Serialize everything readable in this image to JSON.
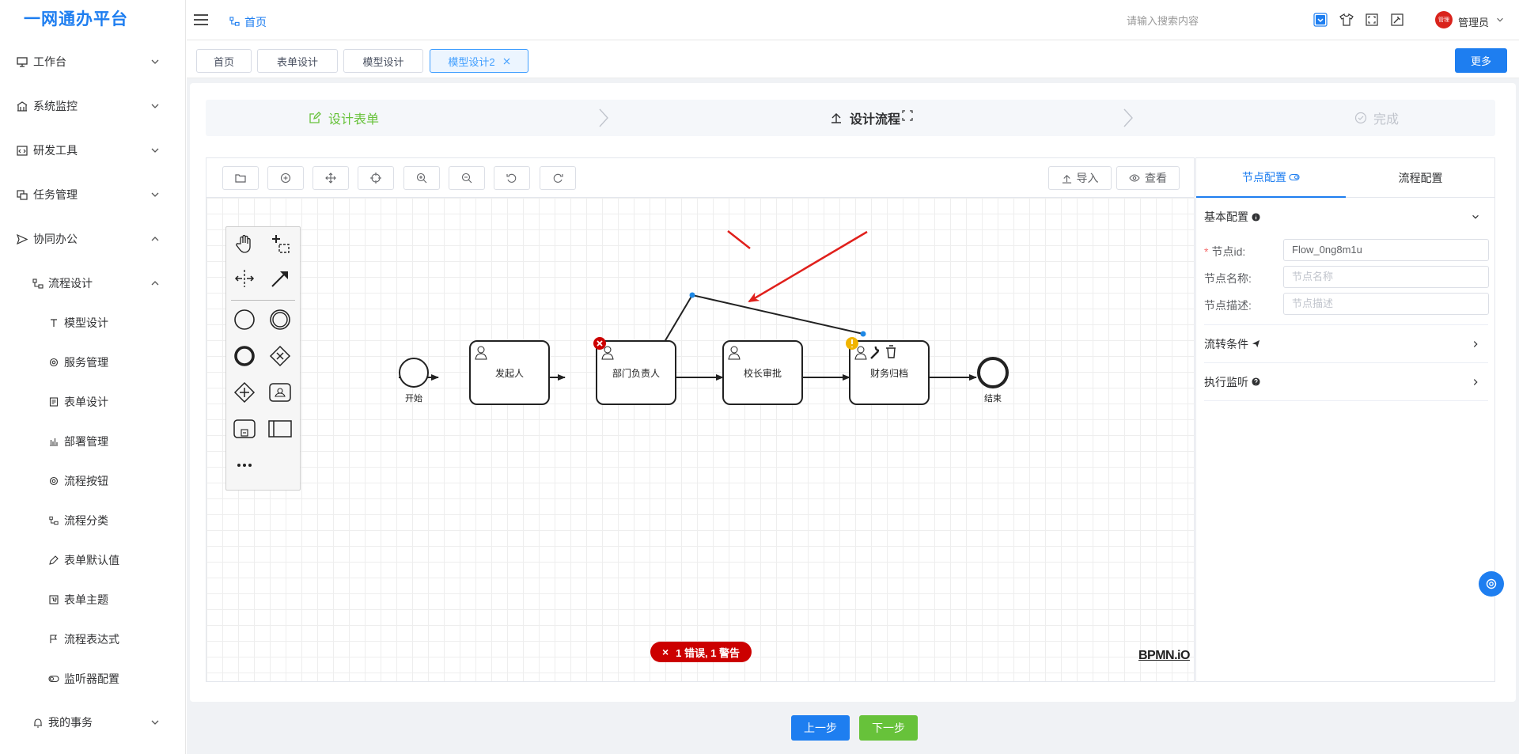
{
  "app": {
    "logo": "一网通办平台"
  },
  "sidebar": {
    "items": [
      {
        "label": "工作台",
        "icon": "monitor-icon",
        "open": false
      },
      {
        "label": "系统监控",
        "icon": "monitor-building-icon",
        "open": false
      },
      {
        "label": "研发工具",
        "icon": "code-icon",
        "open": false
      },
      {
        "label": "任务管理",
        "icon": "task-icon",
        "open": false
      },
      {
        "label": "协同办公",
        "icon": "send-icon",
        "open": true
      },
      {
        "label": "流程设计",
        "icon": "flow-icon",
        "open": true
      }
    ],
    "subitems": [
      {
        "label": "模型设计",
        "icon": "text-icon"
      },
      {
        "label": "服务管理",
        "icon": "gear-icon"
      },
      {
        "label": "表单设计",
        "icon": "document-icon"
      },
      {
        "label": "部署管理",
        "icon": "chart-icon"
      },
      {
        "label": "流程按钮",
        "icon": "gear-icon"
      },
      {
        "label": "流程分类",
        "icon": "flow-icon"
      },
      {
        "label": "表单默认值",
        "icon": "tag-icon"
      },
      {
        "label": "表单主题",
        "icon": "theme-icon"
      },
      {
        "label": "流程表达式",
        "icon": "flag-icon"
      },
      {
        "label": "监听器配置",
        "icon": "toggle-icon"
      }
    ],
    "bottom": {
      "label": "我的事务",
      "icon": "bell-icon"
    }
  },
  "topbar": {
    "breadcrumb": "首页",
    "search_placeholder": "请输入搜索内容",
    "user": "管理员",
    "avatar_text": "管理"
  },
  "tags": [
    {
      "label": "首页",
      "active": false
    },
    {
      "label": "表单设计",
      "active": false
    },
    {
      "label": "模型设计",
      "active": false
    },
    {
      "label": "模型设计2",
      "active": true,
      "closable": true
    }
  ],
  "more_button": "更多",
  "steps": [
    {
      "label": "设计表单",
      "state": "done"
    },
    {
      "label": "设计流程",
      "state": "active"
    },
    {
      "label": "完成",
      "state": "wait"
    }
  ],
  "toolbar": {
    "import_label": "导入",
    "view_label": "查看"
  },
  "diagram": {
    "start_label": "开始",
    "end_label": "结束",
    "tasks": [
      "发起人",
      "部门负责人",
      "校长审批",
      "财务归档"
    ],
    "lint_text": "1 错误, 1 警告",
    "lint_error_badge": "×",
    "lint_warning_badge": "!",
    "watermark": "BPMN.iO"
  },
  "panel": {
    "tabs": [
      {
        "label": "节点配置",
        "active": true
      },
      {
        "label": "流程配置",
        "active": false
      }
    ],
    "basic_title": "基本配置",
    "fields": [
      {
        "label": "节点id:",
        "required": true,
        "value": "Flow_0ng8m1u",
        "placeholder": ""
      },
      {
        "label": "节点名称:",
        "required": false,
        "value": "",
        "placeholder": "节点名称"
      },
      {
        "label": "节点描述:",
        "required": false,
        "value": "",
        "placeholder": "节点描述"
      }
    ],
    "sections": [
      "流转条件",
      "执行监听"
    ],
    "required_mark": "*"
  },
  "footer": {
    "prev": "上一步",
    "next": "下一步"
  },
  "colors": {
    "primary": "#1e7ef0",
    "success": "#67c23a",
    "danger": "#cc0000",
    "warning": "#e6a23c"
  }
}
